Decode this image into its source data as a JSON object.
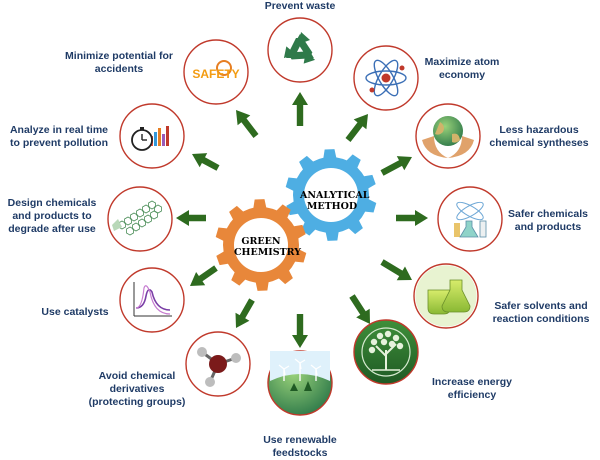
{
  "diagram": {
    "center_gears": [
      {
        "label": "GREEN CHEMISTRY",
        "color": "#e8873a",
        "text_color": "#1d6b2e"
      },
      {
        "label": "ANALYTICAL METHOD",
        "color": "#4eaee3",
        "text_color": "#1a2f5a"
      }
    ],
    "arrow_color": "#2e6b1f",
    "principles": [
      {
        "label": "Prevent waste",
        "icon": "recycle-icon"
      },
      {
        "label": "Maximize atom economy",
        "icon": "atom-icon"
      },
      {
        "label": "Less hazardous chemical syntheses",
        "icon": "hands-earth-icon"
      },
      {
        "label": "Safer chemicals and products",
        "icon": "lab-flasks-icon"
      },
      {
        "label": "Safer solvents and reaction conditions",
        "icon": "green-beakers-icon"
      },
      {
        "label": "Increase energy efficiency",
        "icon": "tree-icon"
      },
      {
        "label": "Use renewable feedstocks",
        "icon": "earth-turbines-icon"
      },
      {
        "label": "Avoid chemical derivatives (protecting groups)",
        "icon": "molecule-icon"
      },
      {
        "label": "Use catalysts",
        "icon": "catalysis-curve-icon"
      },
      {
        "label": "Design chemicals and products to degrade after use",
        "icon": "polymer-chain-icon"
      },
      {
        "label": "Analyze in real time to prevent pollution",
        "icon": "stopwatch-chart-icon"
      },
      {
        "label": "Minimize potential for accidents",
        "icon": "safety-icon"
      }
    ],
    "safety_icon_text": "SAFETY"
  }
}
